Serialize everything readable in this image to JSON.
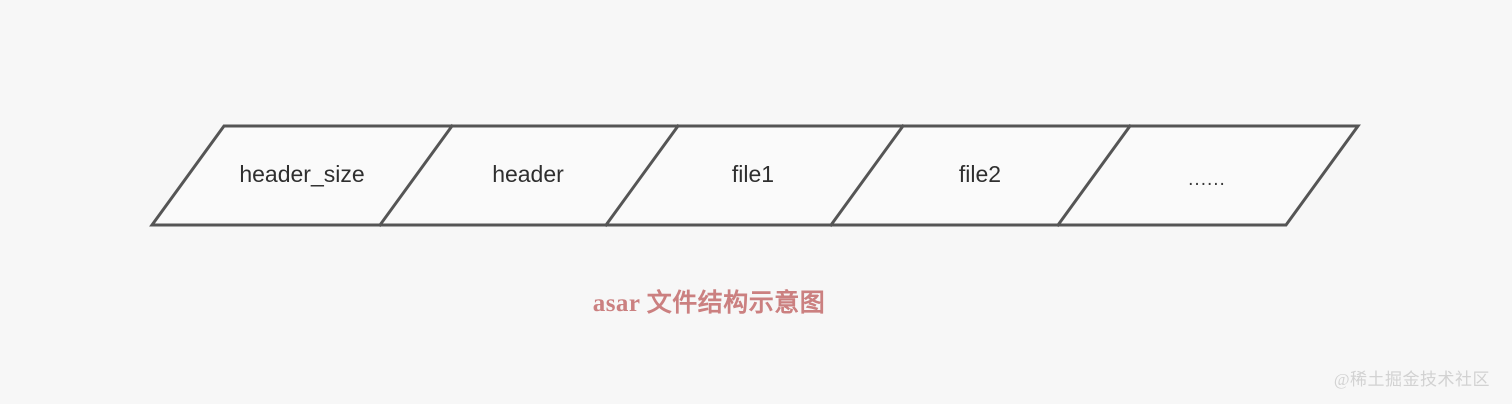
{
  "background_color": "#f7f7f7",
  "diagram": {
    "type": "segmented-parallelogram-band",
    "stroke_color": "#555555",
    "cell_fill_color": "#fafafa",
    "label_color": "#2f2f2f",
    "segments": [
      {
        "label": "header_size"
      },
      {
        "label": "header"
      },
      {
        "label": "file1"
      },
      {
        "label": "file2"
      },
      {
        "label": "......"
      }
    ]
  },
  "caption": {
    "text": "asar 文件结构示意图",
    "color": "#cb8080"
  },
  "watermark": {
    "text": "@稀土掘金技术社区",
    "color": "#d2d2d2"
  }
}
